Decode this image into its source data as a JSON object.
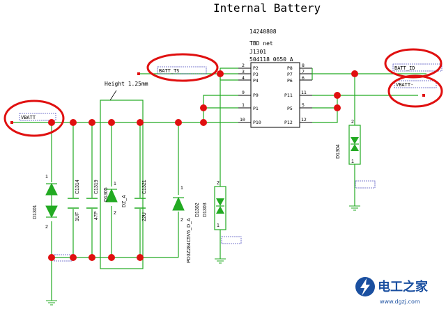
{
  "title": "Internal Battery",
  "connector": {
    "part_number": "14240808",
    "net": "TBD  net",
    "ref": "J1301",
    "desc": "504118 0650 A",
    "left_pins": [
      {
        "name": "P2",
        "num": "2"
      },
      {
        "name": "P3",
        "num": "3"
      },
      {
        "name": "P4",
        "num": "4"
      },
      {
        "name": "P9",
        "num": "9"
      },
      {
        "name": "P1",
        "num": "1"
      },
      {
        "name": "P10",
        "num": "10"
      }
    ],
    "right_pins": [
      {
        "name": "P8",
        "num": "8"
      },
      {
        "name": "P7",
        "num": "7"
      },
      {
        "name": "P6",
        "num": "6"
      },
      {
        "name": "P11",
        "num": "11"
      },
      {
        "name": "P5",
        "num": "5"
      },
      {
        "name": "P12",
        "num": "12"
      }
    ]
  },
  "nets": {
    "vbatt": "VBATT",
    "batt_ts": "BATT_TS",
    "batt_id": "BATT_ID",
    "vbatt_minus": "VBATT-"
  },
  "annotation": {
    "height": "Height 1.25mm"
  },
  "components": {
    "d1301": {
      "ref": "D1301",
      "pin1": "1",
      "pin2": "2"
    },
    "c1314": {
      "ref": "C1314",
      "value": "1UF"
    },
    "c1319": {
      "ref": "C1319",
      "value": "47P"
    },
    "d1305": {
      "ref": "D1305",
      "value": "DZ_A",
      "pin1": "1",
      "pin2": "2"
    },
    "c1321": {
      "ref": "C1321",
      "value": "22U"
    },
    "d1302": {
      "ref": "D1302",
      "value": "PD3Z284C5V6_D_A",
      "pin1": "1",
      "pin2": "2"
    },
    "d1303": {
      "ref": "D1303",
      "pin1": "1",
      "pin2": "2"
    },
    "d1304": {
      "ref": "D1304",
      "pin1": "1",
      "pin2": "2"
    }
  },
  "watermark": {
    "brand": "电工之家",
    "url": "www.dgzj.com"
  },
  "colors": {
    "wire": "#22aa22",
    "junction": "#e01010",
    "highlight": "#e01010",
    "netbox": "#5050c0",
    "text": "#000000",
    "brand_blue": "#1a4fa0"
  }
}
